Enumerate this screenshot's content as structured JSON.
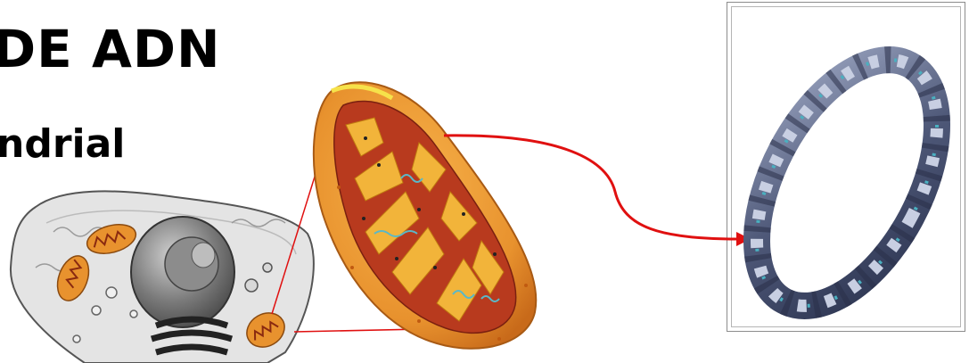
{
  "title": "DE ADN",
  "subtitle": "ndrial",
  "colors": {
    "arrow": "#e01010",
    "cell_body": "#e4e4e4",
    "mitochondrion_outer": "#e8922e",
    "mitochondrion_inner": "#b83a1e",
    "cristae_fold": "#f2b43a",
    "dna_ribbon": "#5a6480"
  },
  "icons": [
    "animal-cell-illustration",
    "mitochondrion-illustration",
    "circular-dna-illustration"
  ]
}
